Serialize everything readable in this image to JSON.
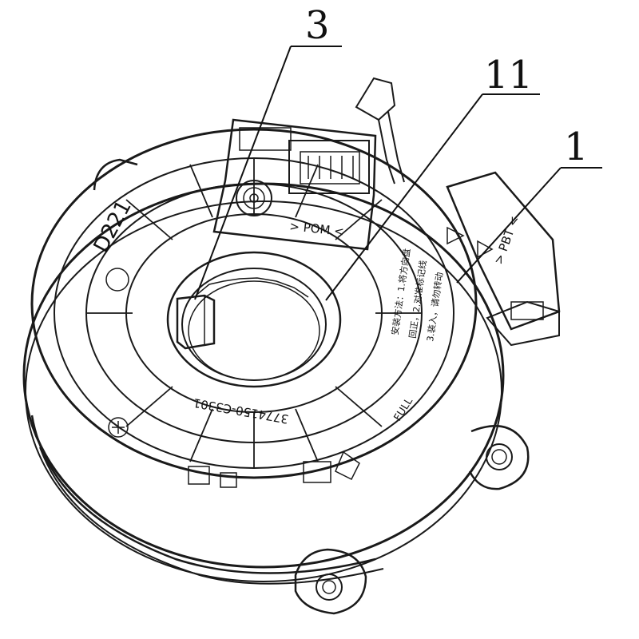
{
  "callouts": [
    {
      "id": "3",
      "label": "3"
    },
    {
      "id": "11",
      "label": "11"
    },
    {
      "id": "1",
      "label": "1"
    }
  ],
  "markings": {
    "model_code": "D221",
    "connector_left": "> POM <",
    "connector_right": "> PBT <",
    "part_number": "3774150-C3301",
    "full_mark": "FULL",
    "cjk_block": [
      "安装方法：1.将方向盘",
      "回正，2.对准标记线",
      "3.装入，请勿转动"
    ]
  },
  "colors": {
    "line": "#1a1a1a",
    "background": "#ffffff"
  }
}
